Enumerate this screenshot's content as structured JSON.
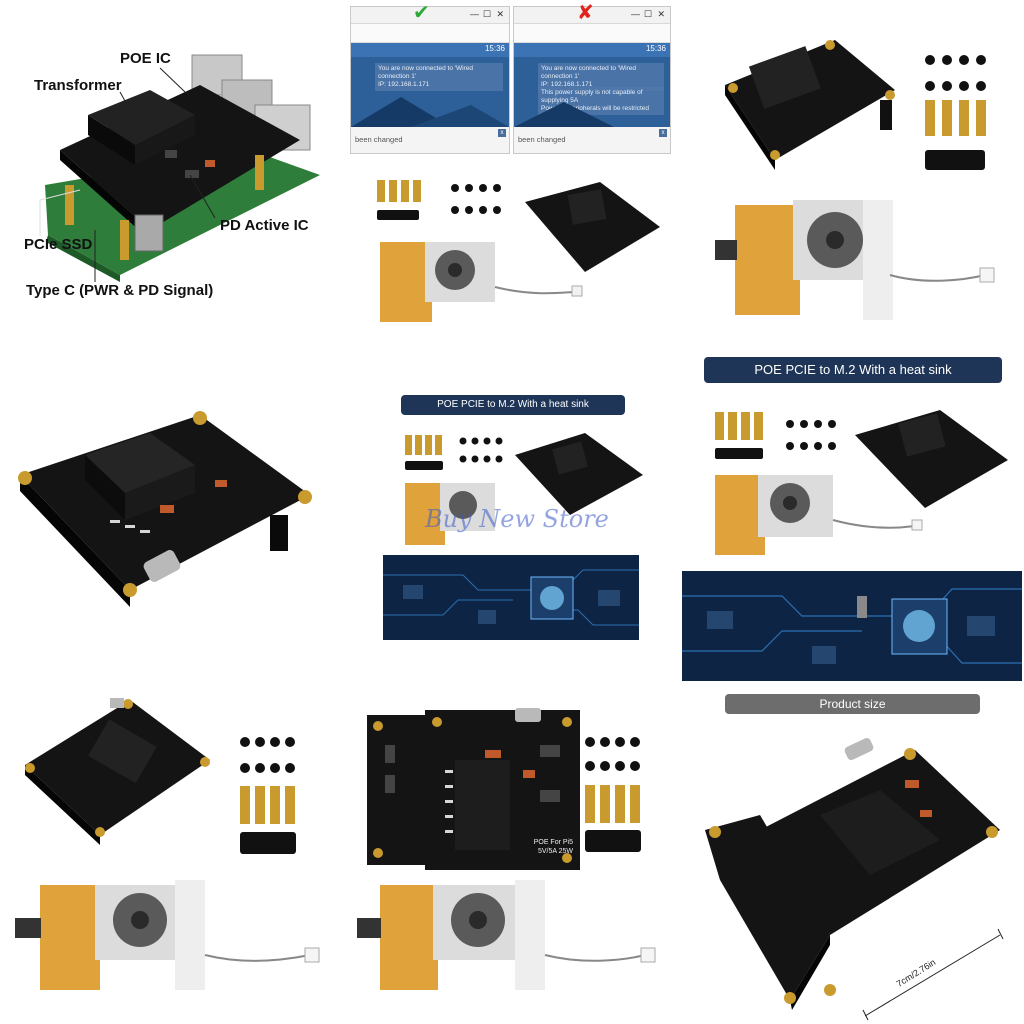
{
  "callouts": {
    "poe_ic": "POE IC",
    "transformer": "Transformer",
    "pd_active_ic": "PD Active IC",
    "pcie_ssd": "PCIe SSD",
    "type_c": "Type C (PWR & PD Signal)"
  },
  "screens": {
    "good": {
      "mark": "✔",
      "clock": "15:36",
      "line1": "You are now connected to 'Wired connection 1'",
      "line2": "IP: 192.168.1.171",
      "bottom_text": "been changed"
    },
    "bad": {
      "mark": "✘",
      "clock": "15:36",
      "line1": "You are now connected to 'Wired connection 1'",
      "line2": "IP: 192.168.1.171",
      "line3": "This power supply is not capable of supplying 5A",
      "line4": "Power to peripherals will be restricted",
      "bottom_text": "been changed"
    }
  },
  "banners": {
    "heat_sink_small": "POE PCIE to M.2 With a heat sink",
    "heat_sink_large": "POE PCIE to M.2 With a heat sink",
    "product_size": "Product size"
  },
  "watermark": "Buy New Store",
  "board_print": {
    "line1": "POE For Pi5",
    "line2": "5V/5A 25W"
  },
  "dimension": "7cm/2.76in",
  "colors": {
    "pcb": "#111111",
    "gold": "#c99a2e",
    "fpc": "#e0a23a",
    "banner": "#1f3557",
    "tech_bg": "#0d2444"
  }
}
